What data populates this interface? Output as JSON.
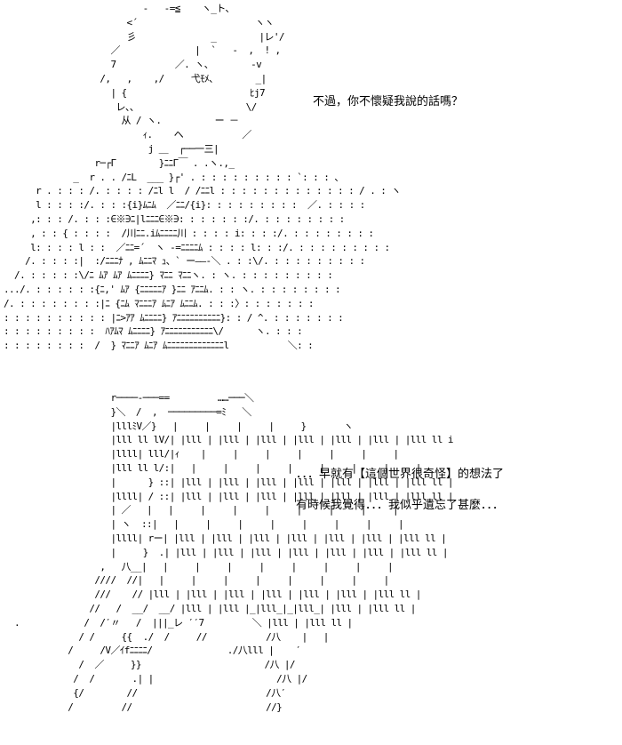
{
  "dialogue": {
    "line_1": "不過，你不懷疑我說的話嗎？",
    "line_2": "．．．早就有【這個世界很奇怪】的想法了",
    "line_3": "有時候我覺得．．．我似乎遺忘了甚麼．．．"
  },
  "ascii_art": {
    "upper_figure": "                          -   -=≦    ヽ_ト、\n                       <´                      ヽヽ\n                       彡              _        |レ'/\n                    ／              |  `   -  ,  ! ,\n                    7           ／. ヽ、       -v\n                  /,   ,    ,/     弋ﾓﾒ、       _|\n                    | {                       ﾋj7\n                     レ、、                    \\/\n                      从 / ヽ.          ー －\n                          ｨ.    ヘ           ／\n                           j ＿  ┌──一三|\n                 r─┌Γ        }ﾆﾆΓ￣ . .ヽ.,_\n             _  r . . /ﾆL  ___ }┌' . : : : : : : : : : `: : : 、\n      r . : : : /. : : : : /ﾆl l  / /ﾆﾆl : : : : : : : : : : : : : / . : ヽ\n      l : : : :/. : : :{i}ﾑﾆﾑ  ／ﾆﾆ/{i}: : : : : : : : :  ／. : : : :\n     ,: : : /. : : :∈※∋ﾆ|lﾆﾆﾆ∈※∋: : : : : : :/. : : : : : : : :\n     , : : { : : : :  /川ﾆﾆ.iﾑﾆﾆﾆﾆ川 : : : : i: : : :/. : : : : : : : :\n     l: : : : l : :  ／ﾆﾆ=´  ヽ -=ﾆﾆﾆﾆﾑ : : : : l: : :/. : : : : : : : : :\n    /. : : : :|  :/ﾆﾆﾆﾅ , ﾑﾆﾆﾏ ｭ、` ー――-＼ . : :\\/. : : : : : : : : :\n  /. : : : : :\\/ﾆ ﾑｱ ﾑｱ ﾑﾆﾆﾆﾆ} ﾏﾆﾆ ﾏﾆﾆヽ. : ヽ. : : : : : : : : :\n.../. : : : : : :{ﾆ,' ﾑｱ {ﾆﾆﾆﾆﾆｱ }ﾆﾆ ｱﾆﾆﾑ. : : ヽ. : : : : : : : :\n/. : : : : : : : :|ﾆ {ﾆﾑ ﾏﾆﾆﾆｱ ﾑﾆｱ ﾑﾆﾆﾑ. : : :〉: : : : : : :\n: : : : : : : : : : |ﾆ>ｱｱ ﾑﾆﾆﾆﾆ} ｱﾆﾆﾆﾆﾆﾆﾆﾆﾆﾆ}: : / ^. : : : : : : :\n: : : : : : : : :  ﾊｱﾑﾏ ﾑﾆﾆﾆﾆ} ｱﾆﾆﾆﾆﾆﾆﾆﾆﾆﾆﾆ\\/      ヽ. : : :\n: : : : : : : :  /  } ﾏﾆﾆｱ ﾑﾆｱ ﾑﾆﾆﾆﾆﾆﾆﾆﾆﾆﾆﾆﾆﾆl           ＼: :",
    "lower_figure": "                    r────-───==         ……───＼\n                    }＼  /  ,  ─────────=ﾐ   ＼\n                    |lllﾐV／}   |     |     |     |     }       ヽ\n                    |lll ll lV/| |lll | |lll | |lll | |lll | |lll | |lll | |lll ll i\n                    |llll| lll/|ｨ    |     |     |     |     |     |     |\n                    |lll ll l/:|   |     |     |     |     |     |     |     |\n                    |      } ::| |lll | |lll | |lll | |lll | |lll | |lll | |lll ll |\n                    |llll| / ::| |lll | |lll | |lll | |lll | |lll | |lll | |lll ll |\n                    | ／   |   |     |     |     |     |     |     |     |\n                    | ヽ  ::|   |     |     |     |     |     |     |     |\n                    |llll| rー| |lll | |lll | |lll | |lll | |lll | |lll | |lll ll |\n                    |     }  .| |lll | |lll | |lll | |lll | |lll | |lll | |lll ll |\n                  ,   八__|   |     |     |     |     |     |     |     |\n                 ////  //|   |     |     |     |     |     |     |     |\n                 ///    // |lll | |lll | |lll | |lll | |lll | |lll | |lll ll |\n                //   /  __/  __/ |lll | |lll |_|lll_|_|lll_| |lll | |lll ll |\n  .            /  /′〃   /  |||_レ ′′7         ＼ |lll | |lll ll |\n              / /     {{  ./  /     //           /八    |   |\n            /     /V／ｲfﾆﾆﾆﾆ/              ./八lll |    ′\n              /  ／     }}                       /八 |/\n             /  /       .| |                       /八 |/\n             {/        //                        /八′\n            /         //                         //}"
  }
}
